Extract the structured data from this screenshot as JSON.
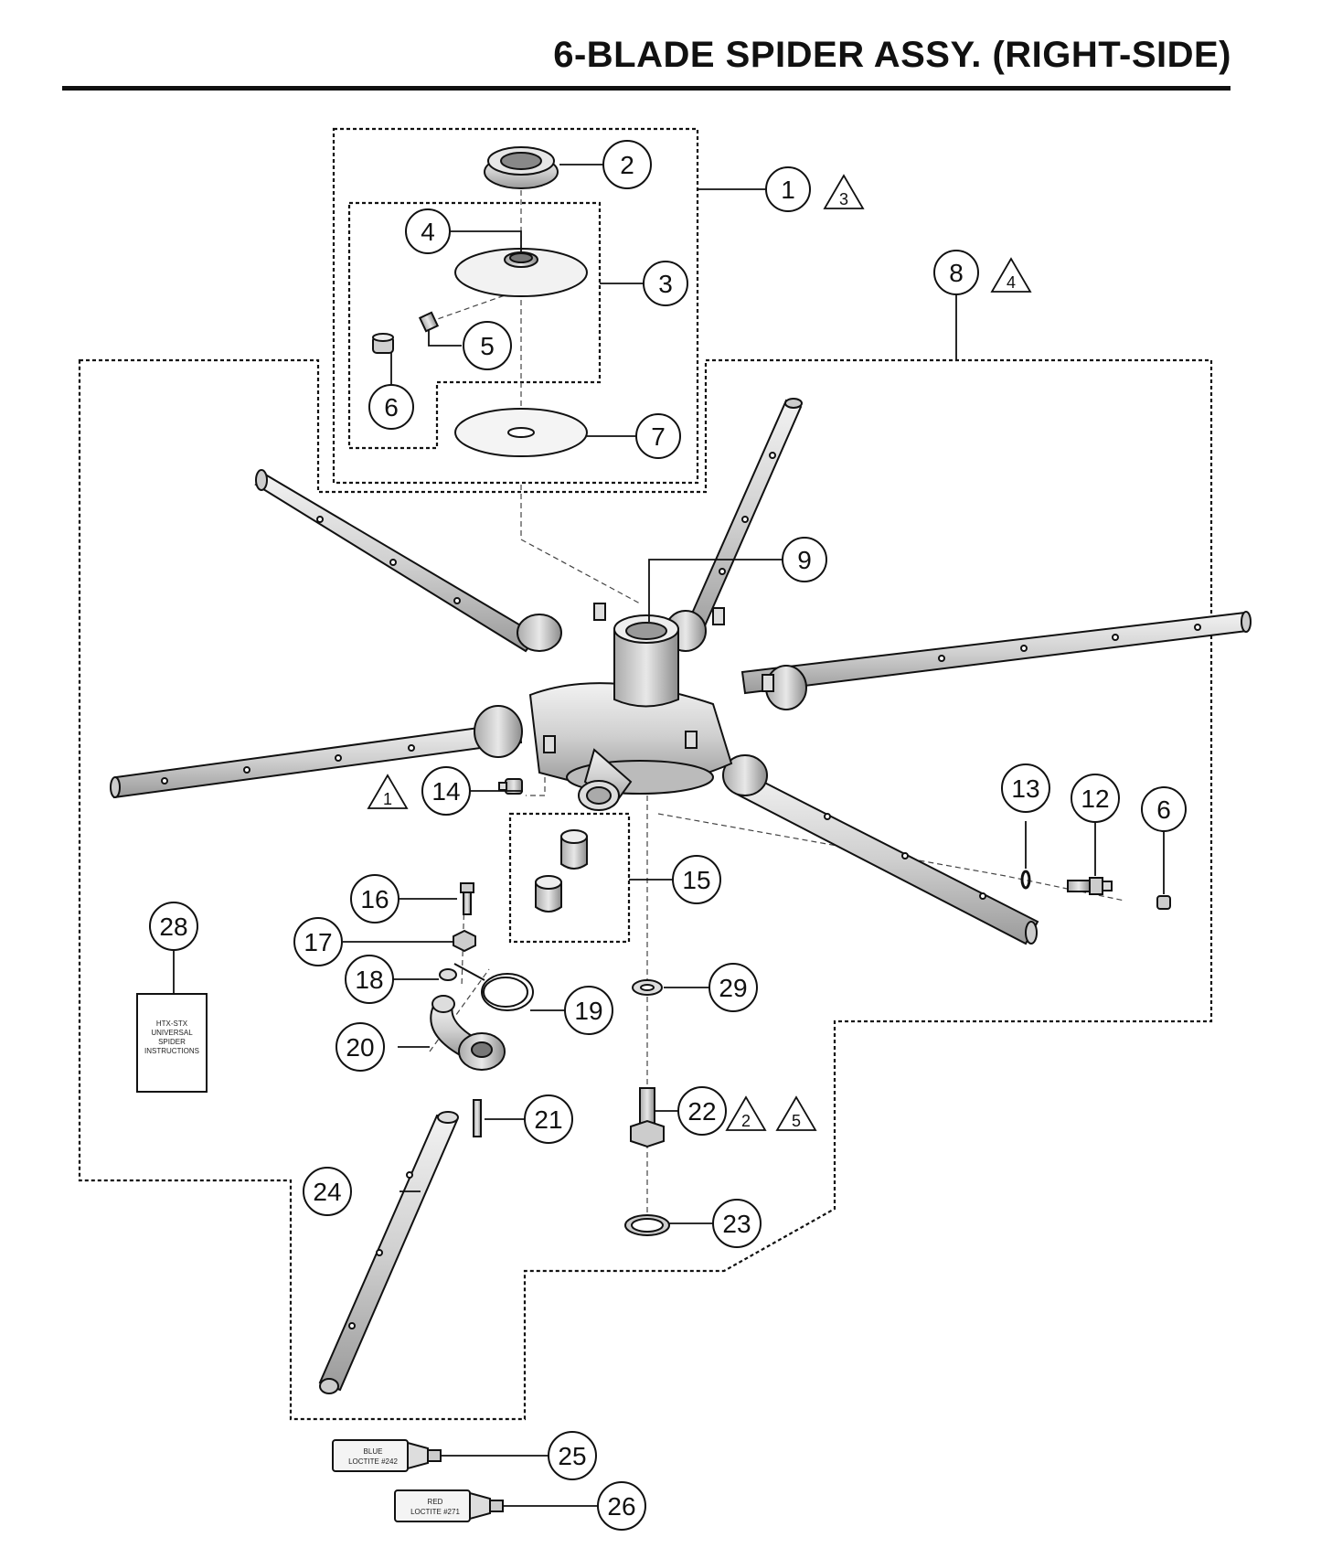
{
  "title": "6-BLADE SPIDER ASSY. (RIGHT-SIDE)",
  "callouts": [
    "1",
    "2",
    "3",
    "4",
    "5",
    "6",
    "7",
    "8",
    "9",
    "12",
    "13",
    "6",
    "14",
    "15",
    "16",
    "17",
    "18",
    "19",
    "20",
    "21",
    "22",
    "23",
    "24",
    "25",
    "26",
    "28",
    "29"
  ],
  "warnings": [
    "3",
    "4",
    "1",
    "2",
    "5"
  ],
  "labels": {
    "instructions": [
      "HTX-STX",
      "UNIVERSAL",
      "SPIDER",
      "INSTRUCTIONS"
    ],
    "blue_tube": [
      "BLUE",
      "LOCTITE #242"
    ],
    "red_tube": [
      "RED",
      "LOCTITE #271"
    ]
  }
}
